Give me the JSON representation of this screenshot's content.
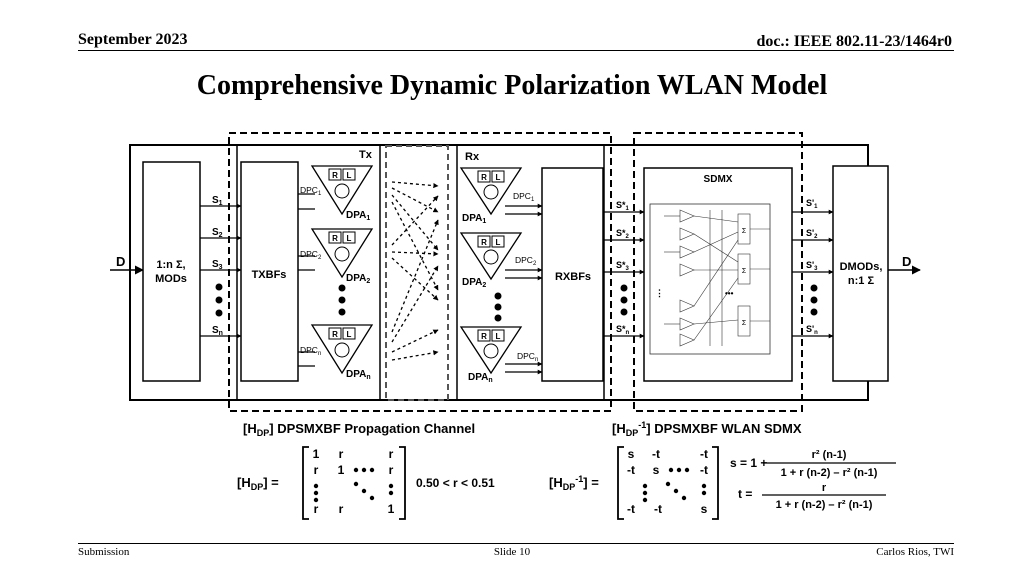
{
  "header": {
    "date": "September 2023",
    "doc": "doc.: IEEE 802.11-23/1464r0"
  },
  "title": "Comprehensive Dynamic Polarization WLAN Model",
  "diagram": {
    "input_label": "D",
    "output_label": "D",
    "mod_block": [
      "1:n Σ,",
      "MODs"
    ],
    "txbfs": "TXBFs",
    "rxbfs": "RXBFs",
    "tx": "Tx",
    "rx": "Rx",
    "sdmx": "SDMX",
    "dmod_block": [
      "DMODs,",
      "n:1 Σ"
    ],
    "rl": [
      "R",
      "L"
    ],
    "tx_streams": [
      "S",
      "S",
      "S",
      "S"
    ],
    "tx_stream_subs": [
      "1",
      "2",
      "3",
      "n"
    ],
    "rx_streams": [
      "S*",
      "S*",
      "S*",
      "S*"
    ],
    "rx_stream_subs": [
      "1",
      "2",
      "3",
      "n"
    ],
    "out_streams": [
      "S'",
      "S'",
      "S'",
      "S'"
    ],
    "out_stream_subs": [
      "1",
      "2",
      "3",
      "n"
    ],
    "dpc": [
      "DPC",
      "DPC",
      "DPC"
    ],
    "dpc_subs": [
      "1",
      "2",
      "n"
    ],
    "dpa": [
      "DPA",
      "DPA",
      "DPA"
    ],
    "dpa_subs": [
      "1",
      "2",
      "n"
    ],
    "channel_caption": "DPSMXBF Propagation Channel",
    "channel_tag": "H",
    "channel_tag_sub": "DP",
    "sdmx_caption": "DPSMXBF WLAN SDMX",
    "sdmx_tag": "H",
    "sdmx_tag_sub": "DP",
    "sdmx_tag_sup": "-1"
  },
  "equations": {
    "matrix_h_label": "[H",
    "matrix_h_sub": "DP",
    "matrix_h_close": "] =",
    "matrix_h_entries": [
      "1",
      "r",
      "r",
      "r",
      "1",
      "r",
      "r",
      "r",
      "1"
    ],
    "range": "0.50 < r < 0.51",
    "matrix_hinv_label": "[H",
    "matrix_hinv_sub": "DP",
    "matrix_hinv_sup": "-1",
    "matrix_hinv_close": "] =",
    "matrix_hinv_entries": [
      "s",
      "-t",
      "-t",
      "-t",
      "s",
      "-t",
      "-t",
      "-t",
      "s"
    ],
    "s_lhs": "s = 1 +",
    "s_num": "r² (n-1)",
    "s_den": "1 + r (n-2) – r² (n-1)",
    "t_lhs": "t =",
    "t_num": "r",
    "t_den": "1 + r (n-2) – r² (n-1)"
  },
  "footer": {
    "left": "Submission",
    "center": "Slide 10",
    "right": "Carlos Rios, TWI"
  }
}
